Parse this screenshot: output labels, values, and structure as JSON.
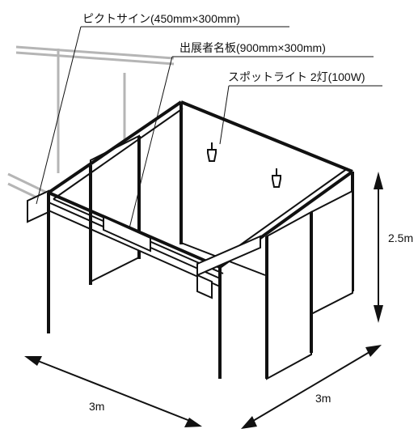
{
  "callouts": {
    "pictogram_sign": "ピクトサイン(450mm×300mm)",
    "exhibitor_nameplate": "出展者名板(900mm×300mm)",
    "spotlight": "スポットライト 2灯(100W)"
  },
  "dimensions": {
    "height": "2.5m",
    "width": "3m",
    "depth": "3m"
  },
  "colors": {
    "line": "#111111",
    "ghost": "#b5b5b5",
    "panel": "#ffffff"
  }
}
